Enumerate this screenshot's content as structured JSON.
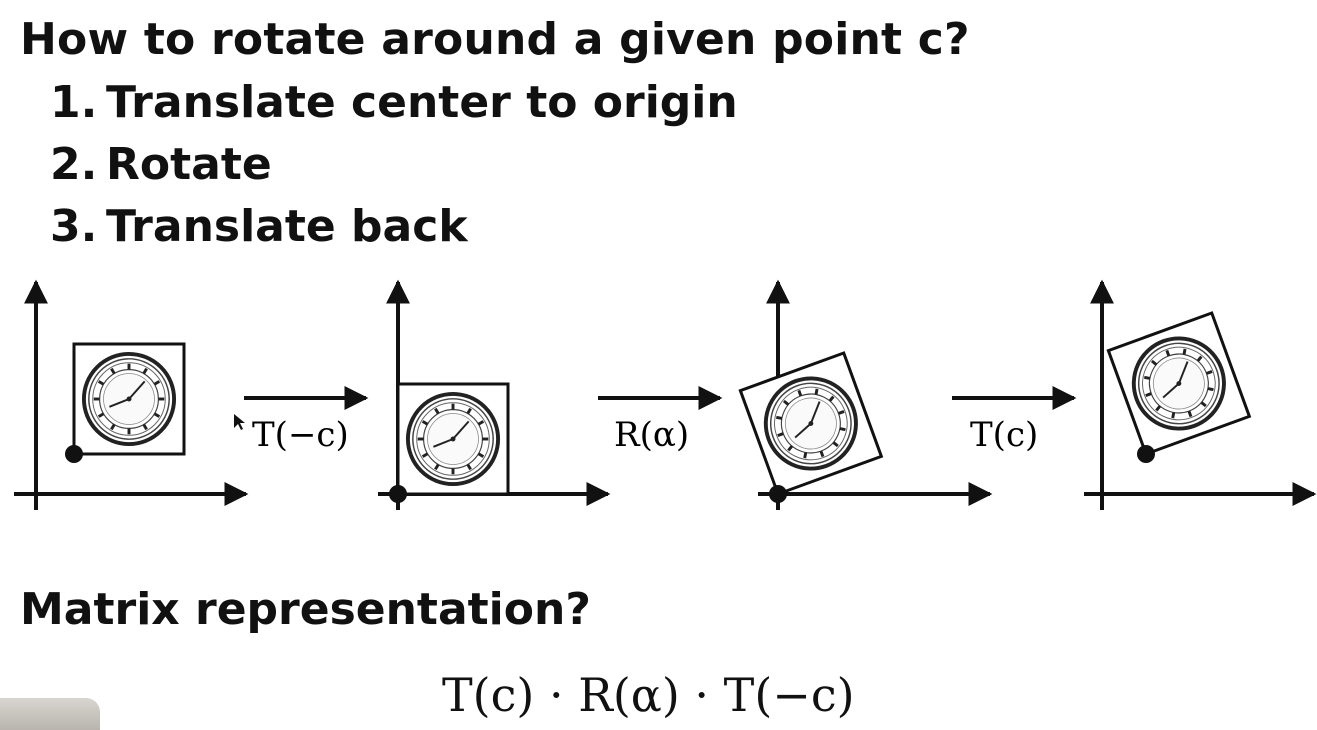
{
  "slide": {
    "title": "How to rotate around a given point c?",
    "steps": [
      {
        "num": "1.",
        "text": "Translate center to origin"
      },
      {
        "num": "2.",
        "text": "Rotate"
      },
      {
        "num": "3.",
        "text": "Translate back"
      }
    ],
    "subtitle": "Matrix representation?"
  },
  "diagram": {
    "transforms": [
      {
        "label": "T(−c)"
      },
      {
        "label": "R(α)"
      },
      {
        "label": "T(c)"
      }
    ],
    "icon": "clock-icon"
  },
  "formula": {
    "text": "T(c) · R(α) · T(−c)"
  },
  "colors": {
    "ink": "#111111",
    "background": "#ffffff"
  }
}
